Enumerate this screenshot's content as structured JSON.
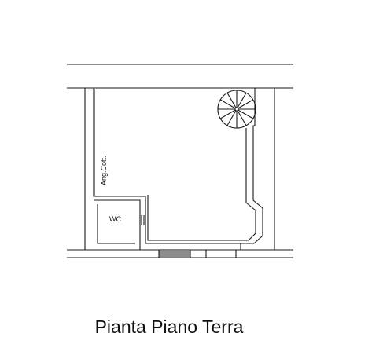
{
  "plan": {
    "labels": {
      "angolo_cottura": "Ang.Cott.",
      "wc": "WC"
    },
    "caption": "Pianta Piano Terra",
    "line_color": "#1a1a1a",
    "background": "#ffffff"
  }
}
